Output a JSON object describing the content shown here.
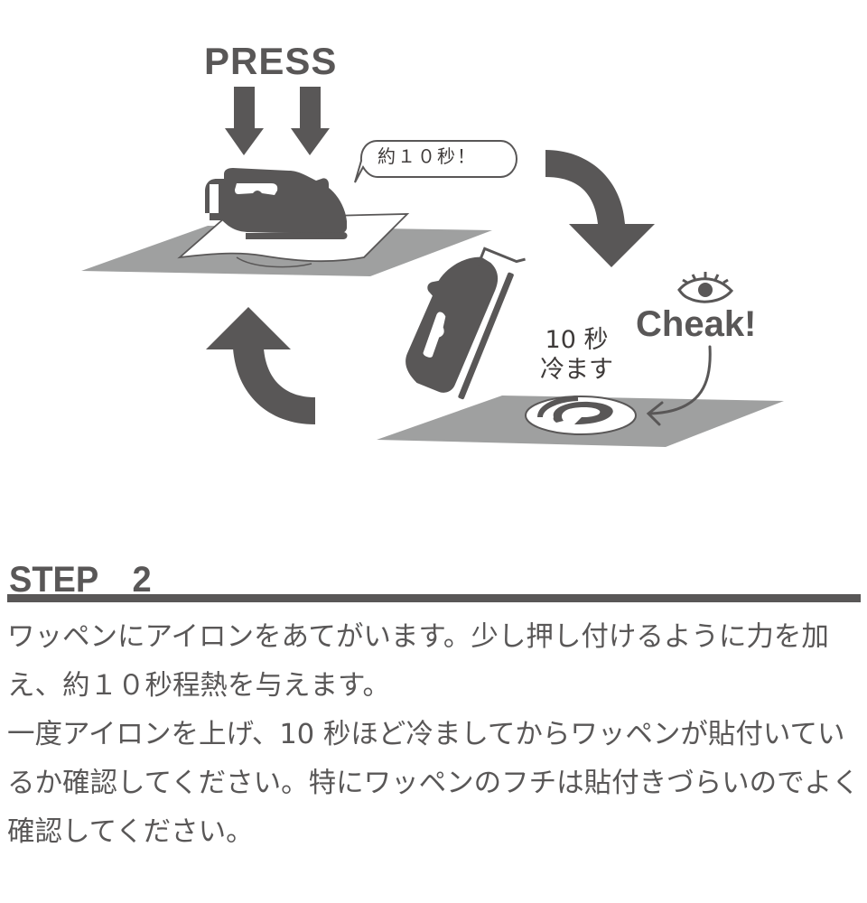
{
  "illustration": {
    "press_label": "PRESS",
    "bubble_text": "約１０秒！",
    "cool_text_line1": "10 秒",
    "cool_text_line2": "冷ます",
    "check_label": "Cheak!",
    "icons": [
      "iron-pressing-icon",
      "iron-lifted-icon",
      "eye-icon",
      "down-arrow-icon",
      "curved-arrow-down-icon",
      "curved-arrow-up-icon",
      "patch-logo-icon"
    ],
    "colors": {
      "dark": "#595757",
      "mat": "#9fa0a0",
      "paper": "#ffffff"
    }
  },
  "step": {
    "title": "STEP　2",
    "paragraphs": [
      "ワッペンにアイロンをあてがいます。少し押し付けるように力を加え、約１０秒程熱を与えます。",
      "一度アイロンを上げ、10 秒ほど冷ましてからワッペンが貼付いているか確認してください。特にワッペンのフチは貼付きづらいのでよく確認してください。"
    ]
  }
}
